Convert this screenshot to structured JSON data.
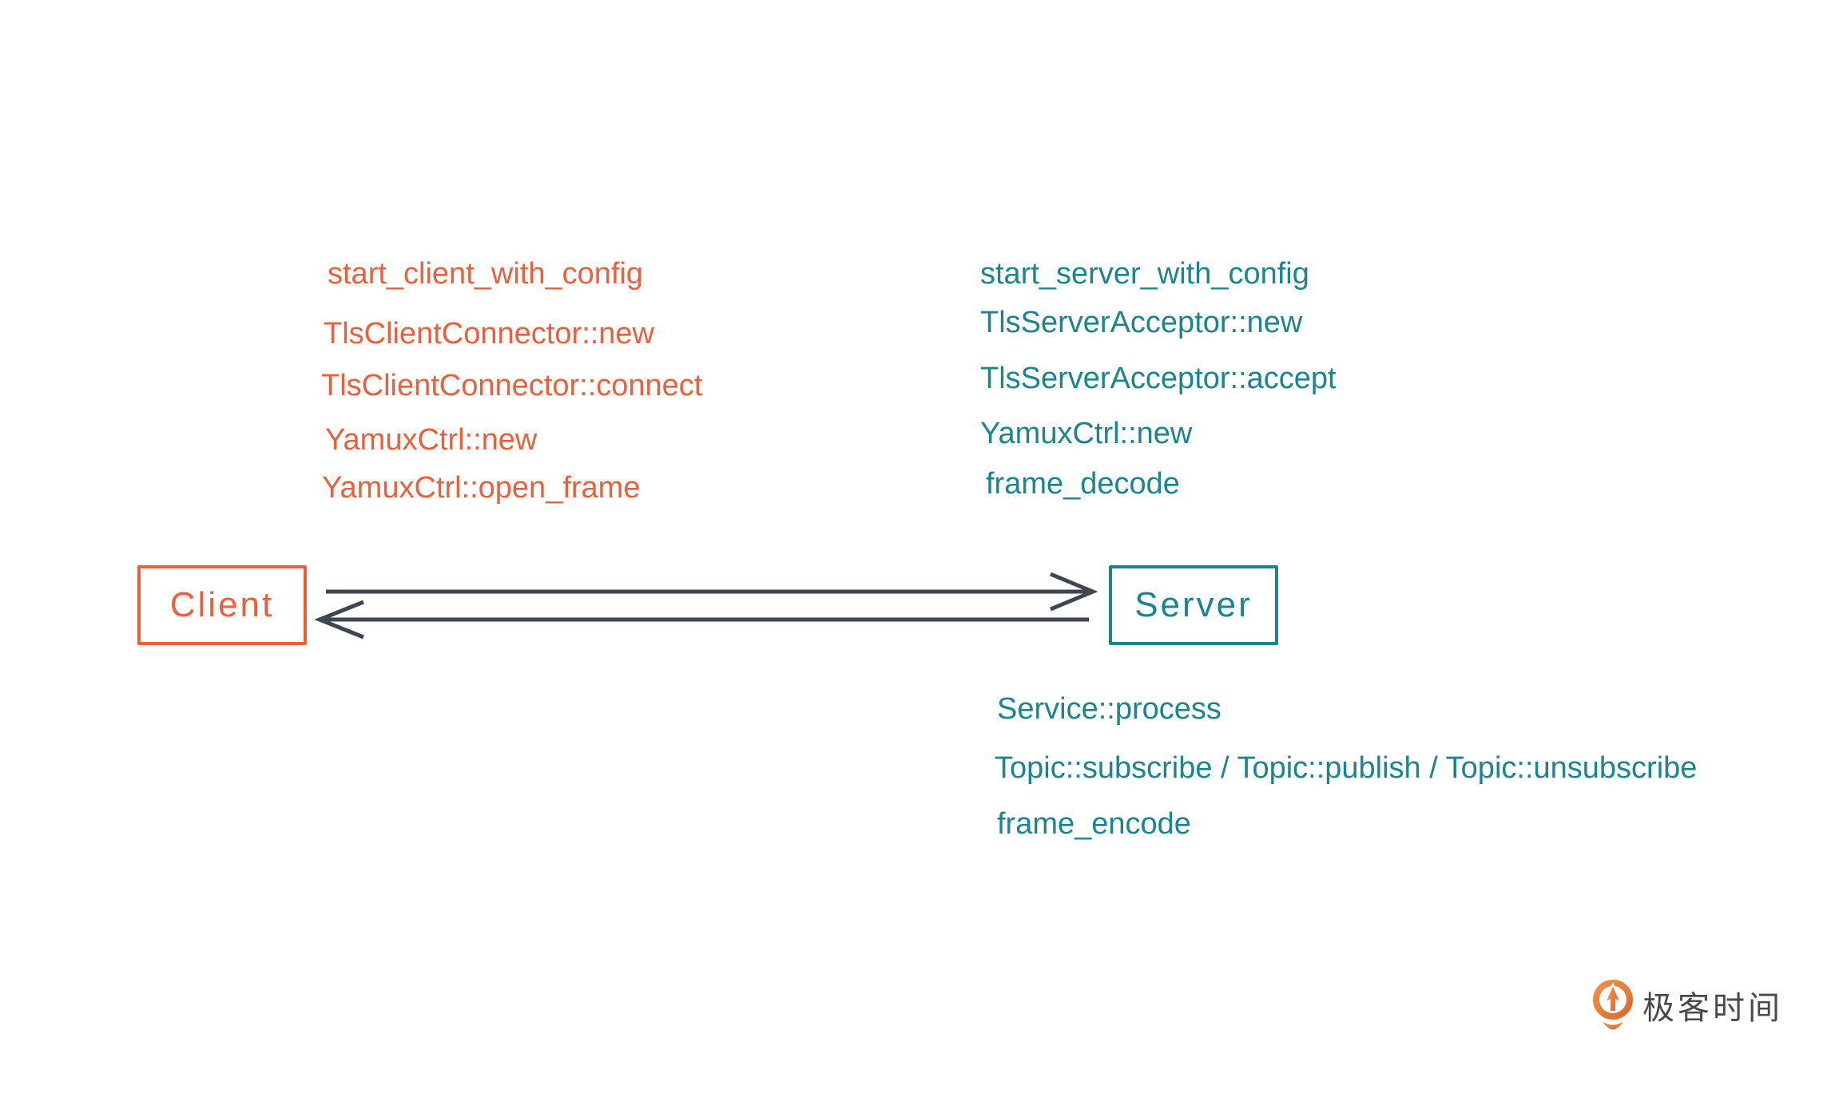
{
  "client": {
    "box_label": "Client",
    "calls": [
      "start_client_with_config",
      "TlsClientConnector::new",
      "TlsClientConnector::connect",
      "YamuxCtrl::new",
      "YamuxCtrl::open_frame"
    ]
  },
  "server": {
    "box_label": "Server",
    "setup_calls": [
      "start_server_with_config",
      "TlsServerAcceptor::new",
      "TlsServerAcceptor::accept",
      "YamuxCtrl::new",
      "frame_decode"
    ],
    "runtime_calls": [
      "Service::process",
      "Topic::subscribe / Topic::publish / Topic::unsubscribe",
      "frame_encode"
    ]
  },
  "logo": {
    "text": "极客时间"
  },
  "palette": {
    "background": "#ffffff",
    "client": "#ea5f3c",
    "server": "#1a858d",
    "arrow": "#3f4650",
    "logo-text": "#4a4a4b",
    "logo-orange-1": "#f1914b",
    "logo-orange-2": "#dc6a2d"
  }
}
